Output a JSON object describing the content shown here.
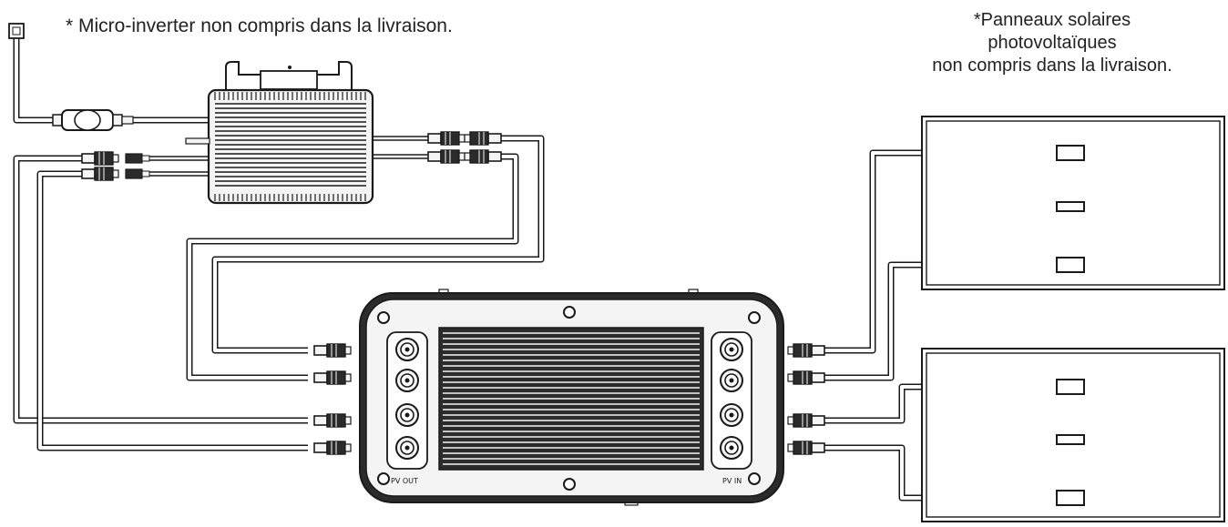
{
  "notes": {
    "inverter_note": "* Micro-inverter non compris dans la livraison.",
    "panels_note_lines": [
      "*Panneaux solaires",
      "photovoltaïques",
      "non compris dans la livraison."
    ]
  },
  "device": {
    "left_port_label": "PV OUT",
    "right_port_label": "PV IN"
  },
  "colors": {
    "line": "#1a1a1a",
    "fill_light": "#f4f4f4",
    "fill_dark": "#2b2b2b"
  }
}
